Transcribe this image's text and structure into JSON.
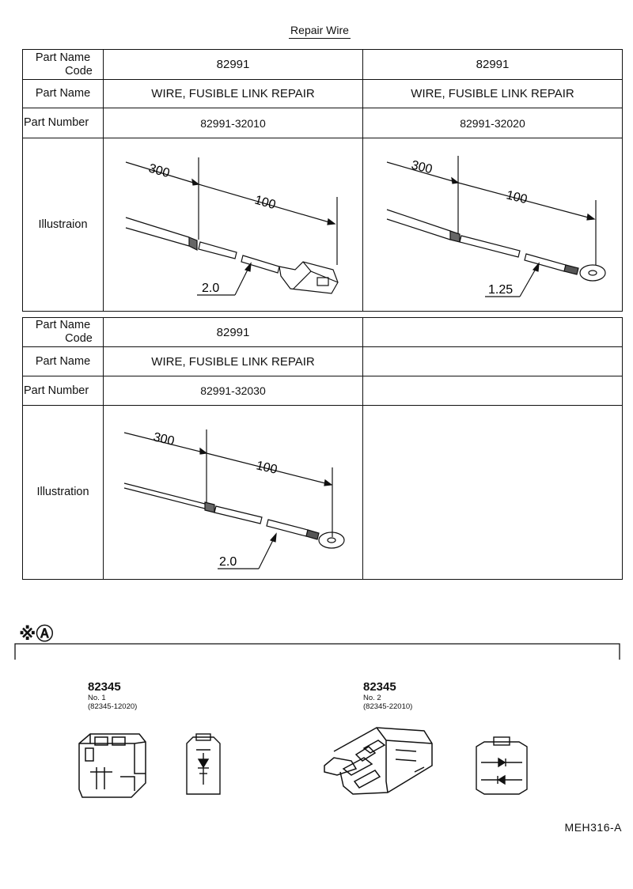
{
  "title": "Repair Wire",
  "row_labels": {
    "code_line1": "Part Name",
    "code_line2": "Code",
    "part_name": "Part Name",
    "part_number": "Part Number",
    "illustration_misspelled": "Illustraion",
    "illustration": "Illustration"
  },
  "table1": {
    "col1": {
      "code": "82991",
      "name": "WIRE, FUSIBLE LINK REPAIR",
      "number": "82991-32010",
      "dim_a": "300",
      "dim_b": "100",
      "gauge": "2.0"
    },
    "col2": {
      "code": "82991",
      "name": "WIRE, FUSIBLE LINK REPAIR",
      "number": "82991-32020",
      "dim_a": "300",
      "dim_b": "100",
      "gauge": "1.25"
    }
  },
  "table2": {
    "col1": {
      "code": "82991",
      "name": "WIRE, FUSIBLE LINK REPAIR",
      "number": "82991-32030",
      "dim_a": "300",
      "dim_b": "100",
      "gauge": "2.0"
    }
  },
  "section_a": {
    "mark": "※Ⓐ"
  },
  "connectors": [
    {
      "code": "82345",
      "no": "No. 1",
      "pn": "(82345-12020)"
    },
    {
      "code": "82345",
      "no": "No. 2",
      "pn": "(82345-22010)"
    }
  ],
  "reference": "MEH316-A"
}
